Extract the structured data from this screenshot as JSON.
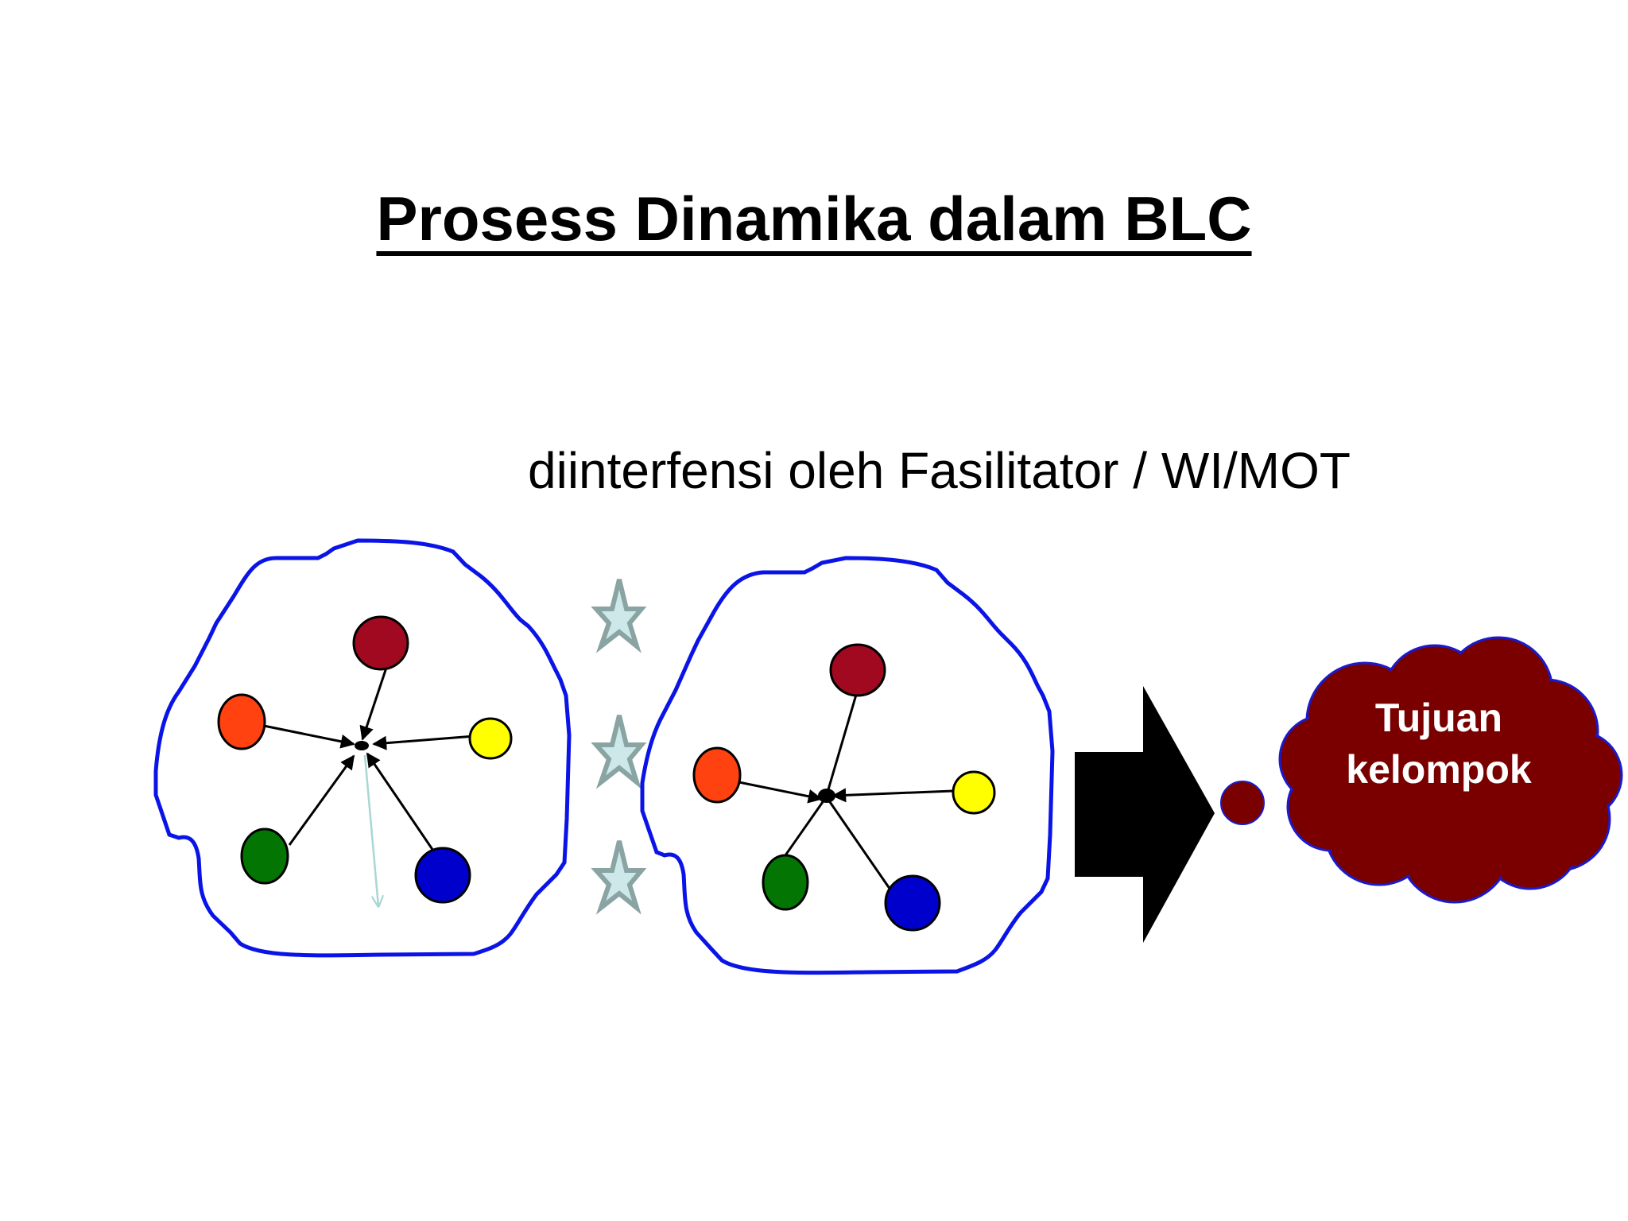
{
  "slide": {
    "title": "Prosess Dinamika dalam BLC",
    "subtitle": "diinterfensi oleh Fasilitator / WI/MOT"
  },
  "goal": {
    "line1": "Tujuan",
    "line2": "kelompok"
  },
  "colors": {
    "boundary": "#0a14e6",
    "member_maroon": "#a0091f",
    "member_orange": "#ff4210",
    "member_yellow": "#ffff00",
    "member_green": "#037503",
    "member_blue": "#0000cc",
    "star_fill": "#cce8e8",
    "star_stroke": "#8aa3a3",
    "arrow": "#000000",
    "goal_cloud": "#7a0000",
    "goal_text": "#ffffff",
    "stray_arrow": "#a9d6d6"
  }
}
